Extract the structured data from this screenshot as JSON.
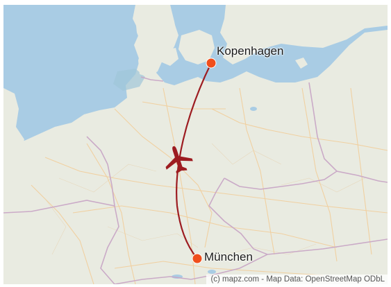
{
  "map": {
    "colors": {
      "land": "#e9ebe1",
      "water": "#a9cce4",
      "border": "#c9a7c6",
      "road": "#f1cf9e",
      "forest": "#cfe0bf",
      "route": "#9d1c21",
      "marker": "#f04e1c"
    },
    "markers": [
      {
        "name": "Kopenhagen"
      },
      {
        "name": "München"
      }
    ],
    "route_icon": "airplane-icon",
    "attribution": "(c) mapz.com - Map Data: OpenStreetMap ODbL"
  }
}
